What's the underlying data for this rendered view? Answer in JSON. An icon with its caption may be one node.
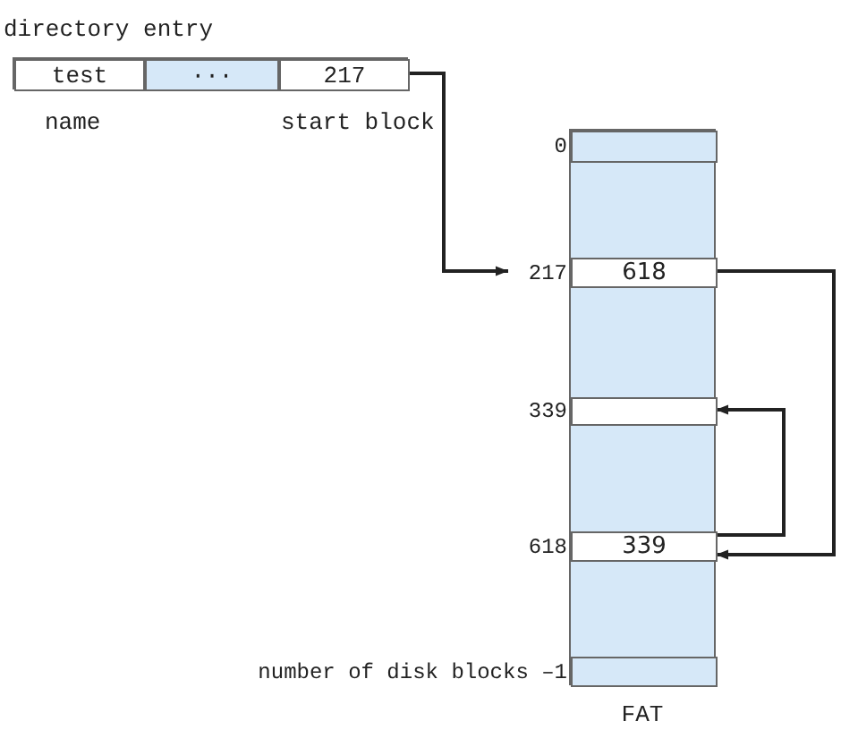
{
  "diagram": {
    "nodes": [
      {
        "text": [
          "directory entry"
        ]
      },
      {
        "text": [
          "test"
        ],
        "in": 0,
        "beside": [
          "name"
        ]
      },
      {
        "text": [
          "···"
        ],
        "in": 0
      },
      {
        "text": [
          "217"
        ],
        "in": 0,
        "beside": [
          "start block"
        ]
      },
      {
        "text": [
          "FAT"
        ]
      },
      {
        "text": [],
        "shape": "bar",
        "in": 4,
        "beside": [
          "0"
        ]
      },
      {
        "text": [
          "618"
        ],
        "in": 4,
        "beside": [
          "217"
        ]
      },
      {
        "text": [],
        "shape": "bar",
        "in": 4,
        "beside": [
          "339"
        ]
      },
      {
        "text": [
          "339"
        ],
        "in": 4,
        "beside": [
          "618"
        ]
      },
      {
        "text": [],
        "shape": "bar",
        "in": 4,
        "beside": [
          "number of disk blocks –1"
        ]
      }
    ],
    "edges": [
      {
        "from": 3,
        "to": 6,
        "arrow": "to"
      },
      {
        "from": 6,
        "to": 8,
        "arrow": "to"
      },
      {
        "from": 8,
        "to": 7,
        "arrow": "to"
      }
    ]
  }
}
